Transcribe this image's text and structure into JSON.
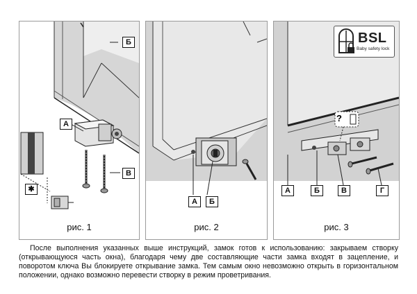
{
  "figures": [
    {
      "caption": "рис. 1",
      "labels": {
        "a": "А",
        "b": "Б",
        "v": "В",
        "star": "✱"
      }
    },
    {
      "caption": "рис. 2",
      "labels": {
        "a": "А",
        "b": "Б"
      }
    },
    {
      "caption": "рис. 3",
      "labels": {
        "a": "А",
        "b": "Б",
        "v": "В",
        "g": "Г"
      },
      "callout": "?"
    }
  ],
  "logo": {
    "brand": "BSL",
    "tagline": "Baby safety lock"
  },
  "description": "После выполнения указанных выше инструкций, замок готов к использованию: закрываем створку (открывающуюся часть окна), благодаря чему две составляющие части замка входят в зацепление, и поворотом ключа Вы блокируете открывание замка. Тем самым окно невозможно открыть в горизонтальном положении, однако возможно перевести створку в режим проветривания.",
  "icons": {
    "lock": "padlock-icon",
    "window": "window-icon"
  }
}
